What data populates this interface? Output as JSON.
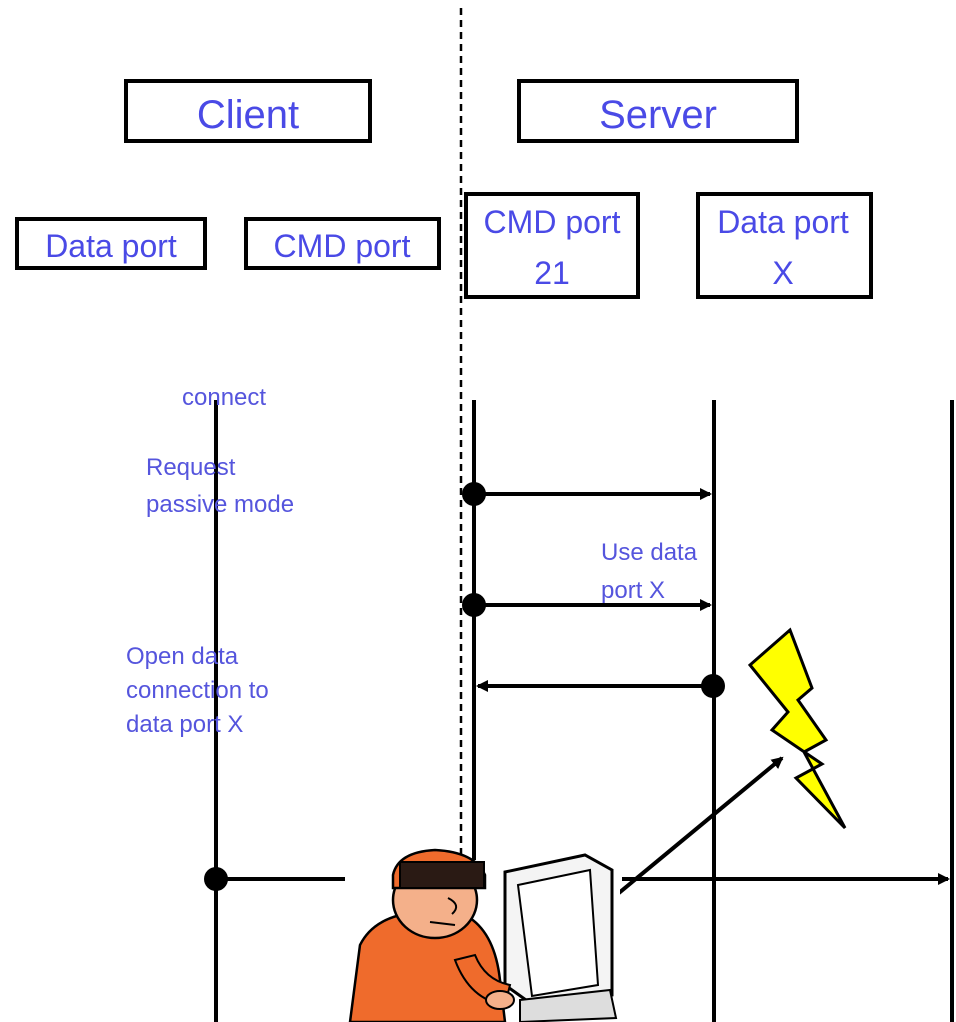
{
  "boxes": {
    "client": "Client",
    "server": "Server",
    "client_data_port": "Data port",
    "client_cmd_port": "CMD port",
    "server_cmd_port_line1": "CMD port",
    "server_cmd_port_line2": "21",
    "server_data_port_line1": "Data port",
    "server_data_port_line2": "X"
  },
  "notes": {
    "connect": "connect",
    "request_line1": "Request",
    "request_line2": "passive mode",
    "use_data_line1": "Use data",
    "use_data_line2": "port X",
    "open_line1": "Open data",
    "open_line2": "connection to",
    "open_line3": "data port X"
  },
  "colors": {
    "text": "#4a4ae6",
    "lines": "#000000",
    "lightning": "#ffff00"
  },
  "icons": [
    "lightning-bolt-icon",
    "hacker-at-computer-icon"
  ]
}
